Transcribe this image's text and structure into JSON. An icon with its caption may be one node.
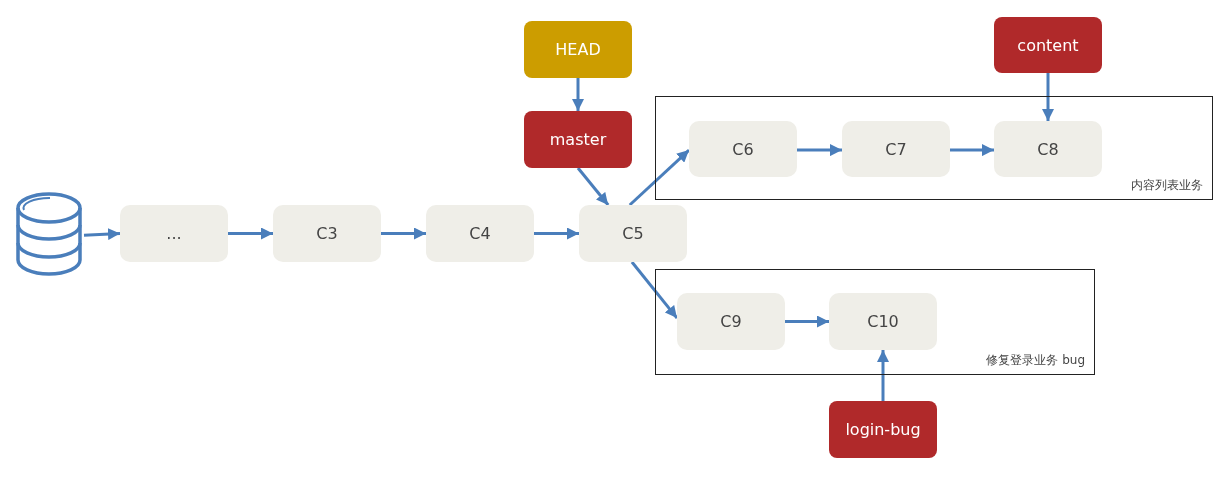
{
  "diagram": {
    "nodes": [
      {
        "text": [],
        "shape": "cylinder"
      },
      {
        "text": [
          "..."
        ]
      },
      {
        "text": [
          "C3"
        ]
      },
      {
        "text": [
          "C4"
        ]
      },
      {
        "text": [
          "C5"
        ]
      },
      {
        "text": [
          "HEAD"
        ]
      },
      {
        "text": [
          "master"
        ]
      },
      {
        "text": [
          "内容列表业务"
        ]
      },
      {
        "text": [
          "C6"
        ],
        "in": 7
      },
      {
        "text": [
          "C7"
        ],
        "in": 7
      },
      {
        "text": [
          "C8"
        ],
        "in": 7
      },
      {
        "text": [
          "content"
        ]
      },
      {
        "text": [
          "修复登录业务 bug"
        ]
      },
      {
        "text": [
          "C9"
        ],
        "in": 12
      },
      {
        "text": [
          "C10"
        ],
        "in": 12
      },
      {
        "text": [
          "login-bug"
        ]
      }
    ],
    "edges": [
      {
        "from": 0,
        "to": 1,
        "arrow": "to"
      },
      {
        "from": 1,
        "to": 2,
        "arrow": "to"
      },
      {
        "from": 2,
        "to": 3,
        "arrow": "to"
      },
      {
        "from": 3,
        "to": 4,
        "arrow": "to"
      },
      {
        "from": 5,
        "to": 6,
        "arrow": "to"
      },
      {
        "from": 6,
        "to": 4,
        "arrow": "to"
      },
      {
        "from": 4,
        "to": 8,
        "arrow": "to"
      },
      {
        "from": 8,
        "to": 9,
        "arrow": "to"
      },
      {
        "from": 9,
        "to": 10,
        "arrow": "to"
      },
      {
        "from": 11,
        "to": 10,
        "arrow": "to"
      },
      {
        "from": 4,
        "to": 13,
        "arrow": "to"
      },
      {
        "from": 13,
        "to": 14,
        "arrow": "to"
      },
      {
        "from": 15,
        "to": 14,
        "arrow": "to"
      }
    ]
  }
}
